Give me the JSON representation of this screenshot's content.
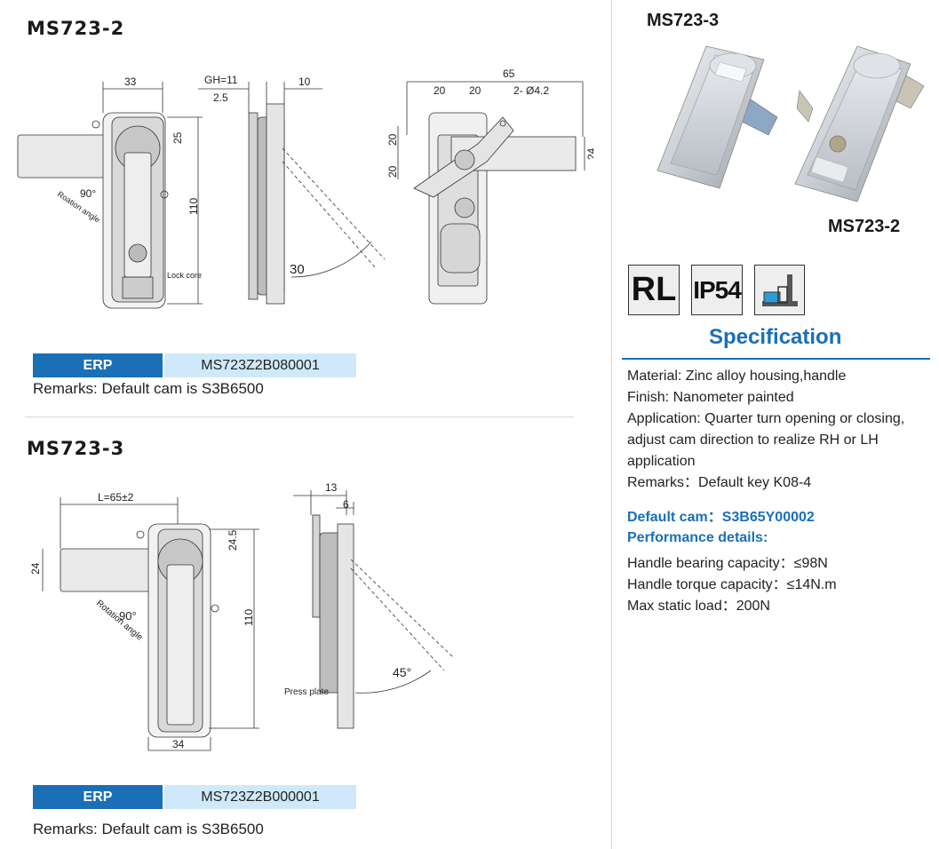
{
  "left": {
    "section1": {
      "title": "MS723-2",
      "dims": {
        "d33": "33",
        "gh": "GH=11",
        "d10": "10",
        "d25a": "2.5",
        "d25": "25",
        "d110": "110",
        "d65": "65",
        "d20a": "20",
        "d20b": "20",
        "hole": "2- Ø4.2",
        "v20a": "20",
        "v20b": "20",
        "d24": "24",
        "d30": "30"
      },
      "labels": {
        "rot": "Roation angle",
        "deg": "90°",
        "lockcore": "Lock core"
      },
      "erp_label": "ERP",
      "erp_value": "MS723Z2B080001",
      "remark": "Remarks: Default cam is S3B6500"
    },
    "section2": {
      "title": "MS723-3",
      "dims": {
        "len": "L=65±2",
        "d24": "24",
        "d245": "24.5",
        "d110": "110",
        "d34": "34",
        "d13": "13",
        "d6": "6",
        "d45": "45°"
      },
      "labels": {
        "rot": "Rotation angle",
        "deg": "90°",
        "press": "Press plate"
      },
      "erp_label": "ERP",
      "erp_value": "MS723Z2B000001",
      "remark": "Remarks: Default cam is S3B6500"
    }
  },
  "right": {
    "photo_label_top": "MS723-3",
    "photo_label_bottom": "MS723-2",
    "badges": {
      "rl": "RL",
      "ip": "IP54"
    },
    "spec_title": "Specification",
    "lines": [
      "Material: Zinc alloy housing,handle",
      "Finish:  Nanometer painted",
      "Application: Quarter turn opening or closing,",
      "adjust cam direction to realize RH or LH",
      "application",
      "Remarks：Default key K08-4"
    ],
    "default_cam": "Default cam：S3B65Y00002",
    "performance_title": "Performance details:",
    "performance": [
      "Handle bearing capacity：≤98N",
      "Handle torque capacity：≤14N.m",
      "Max static load：200N"
    ]
  },
  "colors": {
    "accent": "#1a6fb5",
    "erp_light": "#cfe9fa"
  }
}
